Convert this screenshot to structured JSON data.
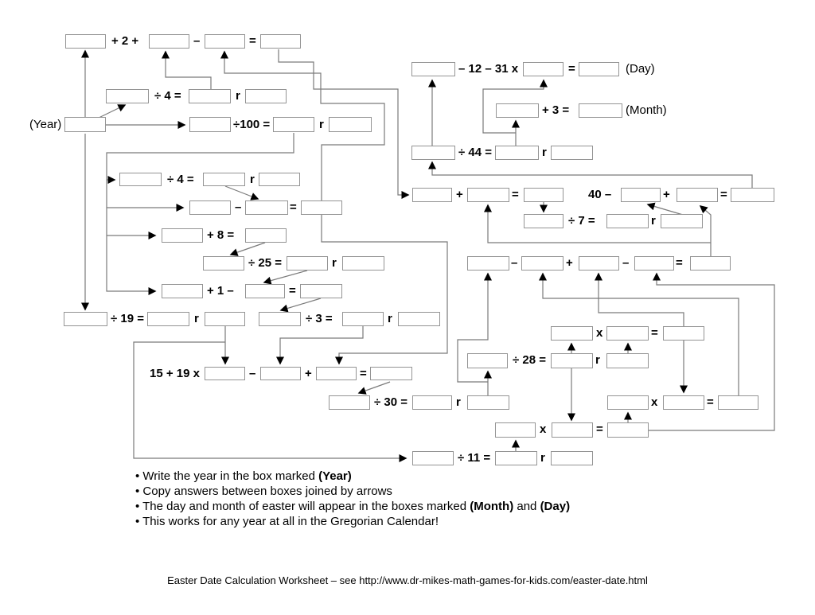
{
  "title": "Easter Date Calculation Worksheet",
  "colors": {
    "background": "#ffffff",
    "line": "#7a7a7a",
    "arrow": "#000000",
    "box_border": "#949494",
    "text": "#000000"
  },
  "diagram": {
    "boxes": [
      [
        82,
        43,
        51,
        18
      ],
      [
        187,
        43,
        51,
        18
      ],
      [
        257,
        43,
        51,
        18
      ],
      [
        327,
        43,
        51,
        18
      ],
      [
        133,
        112,
        54,
        18
      ],
      [
        237,
        112,
        53,
        18
      ],
      [
        308,
        112,
        52,
        18
      ],
      [
        81,
        147,
        52,
        19
      ],
      [
        238,
        147,
        52,
        19
      ],
      [
        343,
        147,
        52,
        19
      ],
      [
        413,
        147,
        54,
        19
      ],
      [
        517,
        78,
        55,
        18
      ],
      [
        657,
        78,
        51,
        18
      ],
      [
        727,
        78,
        51,
        18
      ],
      [
        623,
        130,
        54,
        18
      ],
      [
        727,
        130,
        55,
        18
      ],
      [
        517,
        183,
        55,
        18
      ],
      [
        622,
        183,
        55,
        18
      ],
      [
        692,
        183,
        53,
        18
      ],
      [
        150,
        217,
        53,
        17
      ],
      [
        255,
        217,
        53,
        17
      ],
      [
        325,
        217,
        52,
        17
      ],
      [
        238,
        252,
        52,
        18
      ],
      [
        308,
        252,
        54,
        18
      ],
      [
        378,
        252,
        52,
        18
      ],
      [
        203,
        287,
        52,
        18
      ],
      [
        308,
        287,
        52,
        18
      ],
      [
        255,
        322,
        52,
        18
      ],
      [
        360,
        322,
        52,
        18
      ],
      [
        430,
        322,
        53,
        18
      ],
      [
        203,
        357,
        52,
        18
      ],
      [
        308,
        357,
        50,
        18
      ],
      [
        377,
        357,
        53,
        18
      ],
      [
        80,
        392,
        55,
        18
      ],
      [
        185,
        392,
        53,
        18
      ],
      [
        257,
        392,
        51,
        18
      ],
      [
        325,
        392,
        53,
        18
      ],
      [
        430,
        392,
        52,
        18
      ],
      [
        500,
        392,
        53,
        18
      ],
      [
        518,
        236,
        50,
        18
      ],
      [
        587,
        236,
        53,
        18
      ],
      [
        658,
        236,
        50,
        18
      ],
      [
        780,
        236,
        50,
        18
      ],
      [
        850,
        236,
        52,
        18
      ],
      [
        918,
        236,
        55,
        18
      ],
      [
        658,
        269,
        50,
        18
      ],
      [
        762,
        269,
        53,
        18
      ],
      [
        830,
        269,
        53,
        18
      ],
      [
        587,
        322,
        53,
        18
      ],
      [
        655,
        322,
        53,
        18
      ],
      [
        727,
        322,
        51,
        18
      ],
      [
        797,
        322,
        50,
        18
      ],
      [
        867,
        322,
        51,
        18
      ],
      [
        257,
        461,
        51,
        17
      ],
      [
        327,
        461,
        51,
        17
      ],
      [
        397,
        461,
        51,
        17
      ],
      [
        465,
        461,
        53,
        17
      ],
      [
        413,
        497,
        52,
        18
      ],
      [
        518,
        497,
        50,
        18
      ],
      [
        587,
        497,
        53,
        18
      ],
      [
        692,
        410,
        53,
        18
      ],
      [
        762,
        410,
        53,
        18
      ],
      [
        833,
        410,
        52,
        18
      ],
      [
        587,
        444,
        51,
        19
      ],
      [
        692,
        444,
        53,
        19
      ],
      [
        762,
        444,
        53,
        19
      ],
      [
        763,
        497,
        52,
        18
      ],
      [
        833,
        497,
        52,
        18
      ],
      [
        902,
        497,
        51,
        18
      ],
      [
        622,
        531,
        51,
        19
      ],
      [
        693,
        531,
        52,
        19
      ],
      [
        763,
        531,
        52,
        19
      ],
      [
        518,
        567,
        52,
        18
      ],
      [
        622,
        567,
        53,
        18
      ],
      [
        692,
        567,
        53,
        18
      ]
    ],
    "labels": [
      [
        140,
        43,
        "+ 2 +",
        "b"
      ],
      [
        243,
        43,
        "–",
        "b"
      ],
      [
        313,
        43,
        "=",
        "b"
      ],
      [
        194,
        112,
        "÷ 4 =",
        "b"
      ],
      [
        296,
        112,
        "r",
        "b"
      ],
      [
        37,
        148,
        "(Year)",
        "p"
      ],
      [
        293,
        148,
        "÷100 =",
        "b"
      ],
      [
        401,
        148,
        "r",
        "b"
      ],
      [
        576,
        78,
        "– 12 – 31 x",
        "b"
      ],
      [
        714,
        78,
        "=",
        "b"
      ],
      [
        786,
        78,
        "(Day)",
        "p"
      ],
      [
        681,
        130,
        "+ 3 =",
        "b"
      ],
      [
        786,
        130,
        "(Month)",
        "p"
      ],
      [
        576,
        183,
        "÷ 44 =",
        "b"
      ],
      [
        681,
        183,
        "r",
        "b"
      ],
      [
        210,
        217,
        "÷ 4 =",
        "b"
      ],
      [
        314,
        217,
        "r",
        "b"
      ],
      [
        295,
        252,
        "–",
        "b"
      ],
      [
        364,
        252,
        "=",
        "b"
      ],
      [
        260,
        287,
        "+ 8 =",
        "b"
      ],
      [
        312,
        322,
        "÷ 25 =",
        "b"
      ],
      [
        417,
        322,
        "r",
        "b"
      ],
      [
        260,
        357,
        "+ 1 –",
        "b"
      ],
      [
        363,
        357,
        "=",
        "b"
      ],
      [
        139,
        392,
        "÷ 19 =",
        "b"
      ],
      [
        244,
        392,
        "r",
        "b"
      ],
      [
        384,
        392,
        "÷ 3 =",
        "b"
      ],
      [
        487,
        392,
        "r",
        "b"
      ],
      [
        573,
        236,
        "+",
        "b"
      ],
      [
        643,
        236,
        "=",
        "b"
      ],
      [
        739,
        236,
        "40 –",
        "b"
      ],
      [
        833,
        236,
        "+",
        "b"
      ],
      [
        905,
        236,
        "=",
        "b"
      ],
      [
        714,
        269,
        "÷ 7 =",
        "b"
      ],
      [
        818,
        269,
        "r",
        "b"
      ],
      [
        642,
        322,
        "–",
        "b"
      ],
      [
        711,
        322,
        "+",
        "b"
      ],
      [
        782,
        322,
        "–",
        "b"
      ],
      [
        849,
        322,
        "=",
        "b"
      ],
      [
        188,
        461,
        "15 + 19 x",
        "b"
      ],
      [
        313,
        461,
        "–",
        "b"
      ],
      [
        383,
        461,
        "+",
        "b"
      ],
      [
        452,
        461,
        "=",
        "b"
      ],
      [
        470,
        497,
        "÷ 30 =",
        "b"
      ],
      [
        573,
        497,
        "r",
        "b"
      ],
      [
        644,
        444,
        "÷ 28 =",
        "b"
      ],
      [
        748,
        444,
        "r",
        "b"
      ],
      [
        749,
        410,
        "x",
        "b"
      ],
      [
        818,
        410,
        "=",
        "b"
      ],
      [
        818,
        497,
        "x",
        "b"
      ],
      [
        888,
        497,
        "=",
        "b"
      ],
      [
        678,
        531,
        "x",
        "b"
      ],
      [
        749,
        531,
        "=",
        "b"
      ],
      [
        575,
        567,
        "÷ 11 =",
        "b"
      ],
      [
        679,
        567,
        "r",
        "b"
      ]
    ],
    "connectors": [
      "M107,148 L107,64",
      "M107,168 L107,389",
      "M118,151 L157,132",
      "M133,157 L232,157",
      "M265,113 L265,97 L208,97 L208,65",
      "M404,253 L404,182 L483,182 L483,130 L403,130 L403,92 L282,92 L282,65",
      "M350,62 L350,78 L394,78 L394,112 L500,112 L500,245 L513,245",
      "M369,167 L369,192 L134,192 L134,366 L195,366",
      "M134,226 L144,226",
      "M134,261 L230,261",
      "M134,296 L195,296",
      "M283,234 L324,250",
      "M333,305 L290,320",
      "M386,340 L332,355",
      "M403,375 L353,390",
      "M283,410 L283,457",
      "M283,430 L168,430 L168,576 L510,576",
      "M456,410 L456,425 L352,425 L352,457",
      "M404,270 L404,304 L562,304 L562,444 L426,444 L426,457",
      "M490,480 L451,494",
      "M613,497 L613,467",
      "M613,480 L575,480 L575,427 L613,427 L613,344",
      "M718,445 L718,432",
      "M718,463 L718,528",
      "M789,445 L789,432",
      "M859,410 L859,393 L752,393 L752,344",
      "M859,428 L859,493",
      "M928,497 L928,375 L682,375 L682,344",
      "M815,541 L973,541 L973,358 L825,358 L825,344",
      "M789,532 L789,519",
      "M648,568 L648,554",
      "M893,322 L893,270 L880,259",
      "M893,305 L613,305 L613,258",
      "M858,270 L814,257",
      "M683,254 L683,266",
      "M945,237 L945,220 L543,220 L543,204",
      "M543,183 L543,101",
      "M648,183 L648,152",
      "M648,167 L607,167 L607,112 L683,112 L683,101"
    ]
  },
  "notes": {
    "bullets": [
      [
        {
          "t": "• Write the year in the box marked ",
          "b": false
        },
        {
          "t": "(Year)",
          "b": true
        }
      ],
      [
        {
          "t": "• Copy answers between boxes joined by arrows",
          "b": false
        }
      ],
      [
        {
          "t": "• The day and month of easter will appear in the boxes marked ",
          "b": false
        },
        {
          "t": "(Month)",
          "b": true
        },
        {
          "t": " and ",
          "b": false
        },
        {
          "t": "(Day)",
          "b": true
        }
      ],
      [
        {
          "t": "• This works for any year at all in the Gregorian Calendar!",
          "b": false
        }
      ]
    ]
  },
  "footer": {
    "text": "Easter Date Calculation Worksheet – see http://www.dr-mikes-math-games-for-kids.com/easter-date.html"
  }
}
